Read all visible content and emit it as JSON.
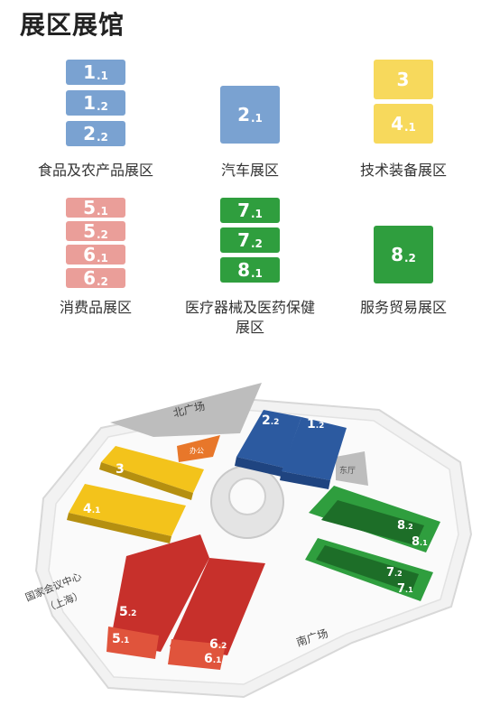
{
  "title": "展区展馆",
  "groups": [
    {
      "label": "食品及农产品展区",
      "halls": [
        {
          "n": "1",
          "s": ".1"
        },
        {
          "n": "1",
          "s": ".2"
        },
        {
          "n": "2",
          "s": ".2"
        }
      ]
    },
    {
      "label": "汽车展区",
      "halls": [
        {
          "n": "2",
          "s": ".1"
        }
      ]
    },
    {
      "label": "技术装备展区",
      "halls": [
        {
          "n": "3",
          "s": ""
        },
        {
          "n": "4",
          "s": ".1"
        }
      ]
    },
    {
      "label": "消费品展区",
      "halls": [
        {
          "n": "5",
          "s": ".1"
        },
        {
          "n": "5",
          "s": ".2"
        },
        {
          "n": "6",
          "s": ".1"
        },
        {
          "n": "6",
          "s": ".2"
        }
      ]
    },
    {
      "label_lines": [
        "医疗器械及医药保健",
        "展区"
      ],
      "halls": [
        {
          "n": "7",
          "s": ".1"
        },
        {
          "n": "7",
          "s": ".2"
        },
        {
          "n": "8",
          "s": ".1"
        }
      ]
    },
    {
      "label": "服务贸易展区",
      "halls": [
        {
          "n": "8",
          "s": ".2"
        }
      ]
    }
  ],
  "map": {
    "north_plaza": "北广场",
    "south_plaza": "南广场",
    "east_hall": "东厅",
    "office": "办公",
    "center_line1": "国家会议中心",
    "center_line2": "（上海）",
    "halls": {
      "h22": {
        "n": "2",
        "s": ".2"
      },
      "h12": {
        "n": "1",
        "s": ".2"
      },
      "h3": {
        "n": "3",
        "s": ""
      },
      "h41": {
        "n": "4",
        "s": ".1"
      },
      "h82": {
        "n": "8",
        "s": ".2"
      },
      "h81": {
        "n": "8",
        "s": ".1"
      },
      "h72": {
        "n": "7",
        "s": ".2"
      },
      "h71": {
        "n": "7",
        "s": ".1"
      },
      "h52": {
        "n": "5",
        "s": ".2"
      },
      "h51": {
        "n": "5",
        "s": ".1"
      },
      "h62": {
        "n": "6",
        "s": ".2"
      },
      "h61": {
        "n": "6",
        "s": ".1"
      }
    }
  }
}
